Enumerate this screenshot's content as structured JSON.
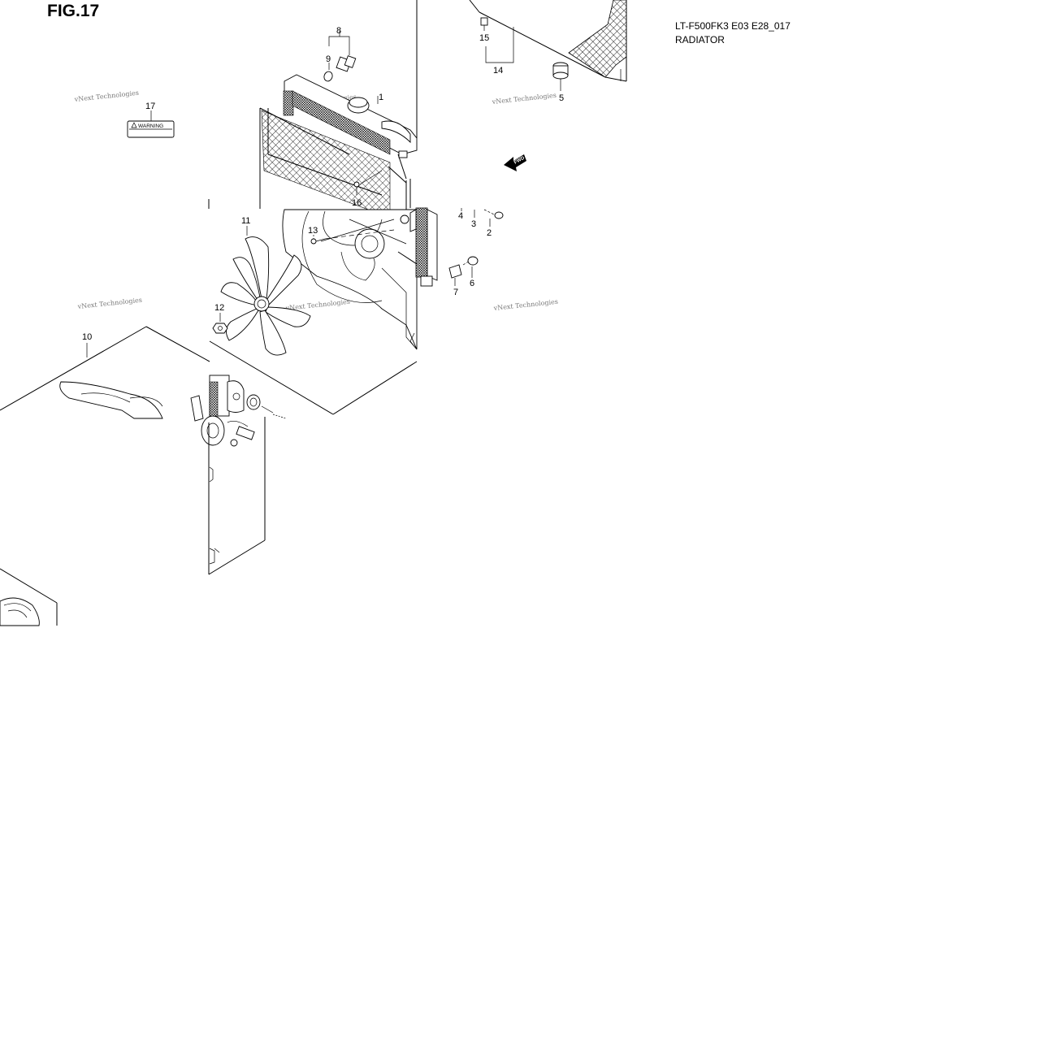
{
  "header": {
    "figure_label": "FIG.17",
    "model_code": "LT-F500FK3 E03 E28_017",
    "section_name": "RADIATOR"
  },
  "callouts": [
    "1",
    "2",
    "3",
    "4",
    "5",
    "6",
    "7",
    "8",
    "9",
    "10",
    "11",
    "12",
    "13",
    "14",
    "15",
    "16",
    "17"
  ],
  "warning_label": "WARNING",
  "direction_arrow": "FWD",
  "watermark": "vNext Technologies"
}
